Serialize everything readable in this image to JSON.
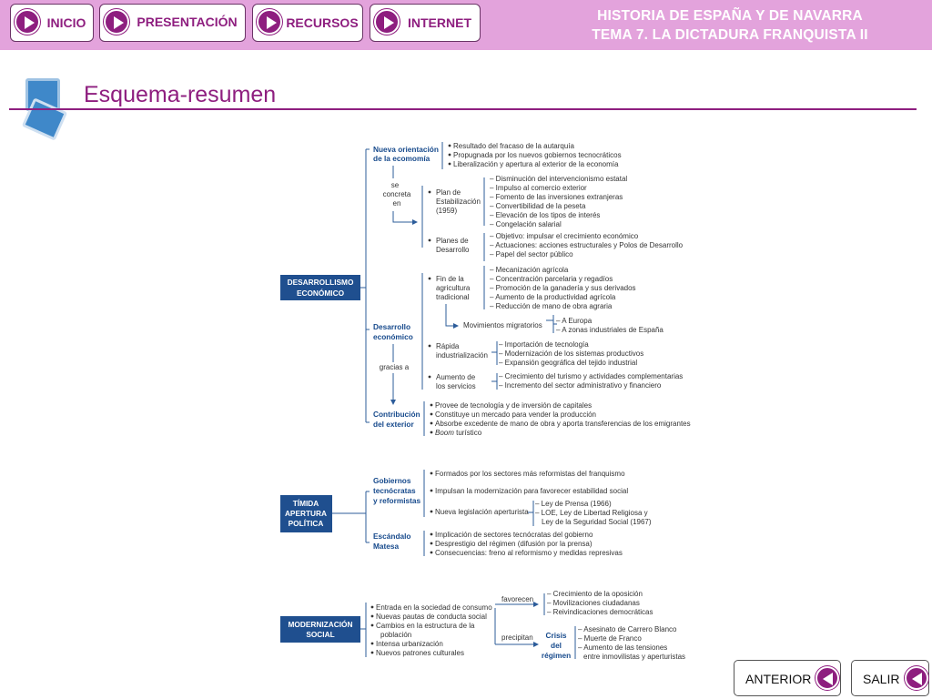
{
  "nav": {
    "inicio": "INICIO",
    "presentacion": "PRESENTACIÓN",
    "recursos": "RECURSOS",
    "internet": "INTERNET"
  },
  "header": {
    "line1": "HISTORIA DE ESPAÑA Y DE NAVARRA",
    "line2": "TEMA 7. LA DICTADURA FRANQUISTA II"
  },
  "page": {
    "title": "Esquema-resumen"
  },
  "scheme": {
    "desarrollismo": {
      "box1": "DESARROLLISMO",
      "box2": "ECONÓMICO",
      "nueva1": "Nueva orientación",
      "nueva2": "de la ecomomía",
      "nueva_items": [
        "Resultado del fracaso de la autarquía",
        "Propugnada por los nuevos gobiernos tecnocráticos",
        "Liberalización y apertura al exterior de la economía"
      ],
      "se1": "se",
      "se2": "concreta",
      "se3": "en",
      "plan1": "Plan de",
      "plan2": "Estabilización",
      "plan3": "(1959)",
      "plan_items": [
        "– Disminución del intervencionismo estatal",
        "– Impulso al comercio exterior",
        "– Fomento de las inversiones extranjeras",
        "– Convertibilidad de la peseta",
        "– Elevación de los tipos de interés",
        "– Congelación salarial"
      ],
      "planes1": "Planes de",
      "planes2": "Desarrollo",
      "planes_items": [
        "– Objetivo: impulsar el crecimiento económico",
        "– Actuaciones: acciones estructurales y Polos de Desarrollo",
        "– Papel del sector público"
      ],
      "desarrollo1": "Desarrollo",
      "desarrollo2": "económico",
      "gracias": "gracias a",
      "fin1": "Fin de la",
      "fin2": "agricultura",
      "fin3": "tradicional",
      "fin_items": [
        "– Mecanización agrícola",
        "– Concentración parcelaria y regadíos",
        "– Promoción de la ganadería y sus derivados",
        "– Aumento de la productividad agrícola",
        "– Reducción de mano de obra agraria"
      ],
      "movimientos": "Movimientos migratorios",
      "mov_items": [
        "– A Europa",
        "– A zonas industriales de España"
      ],
      "rapida1": "Rápida",
      "rapida2": "industrialización",
      "rapida_items": [
        "– Importación de tecnología",
        "– Modernización de los sistemas productivos",
        "– Expansión geográfica del tejido industrial"
      ],
      "aumento1": "Aumento de",
      "aumento2": "los servicios",
      "aumento_items": [
        "– Crecimiento del turismo y actividades complementarias",
        "– Incremento del sector administrativo y financiero"
      ],
      "contrib1": "Contribución",
      "contrib2": "del exterior",
      "contrib_items": [
        "Provee de tecnología y de inversión de capitales",
        "Constituye un mercado para vender la producción",
        "Absorbe excedente de mano de obra y aporta transferencias de los emigrantes"
      ],
      "boom": "Boom",
      "boom_rest": " turístico"
    },
    "timida": {
      "box1": "TÍMIDA",
      "box2": "APERTURA",
      "box3": "POLÍTICA",
      "gob1": "Gobiernos",
      "gob2": "tecnócratas",
      "gob3": "y reformistas",
      "gob_items": [
        "Formados por los sectores más reformistas del franquismo",
        "Impulsan la modernización para favorecer estabilidad social",
        "Nueva legislación aperturista"
      ],
      "ley_items": [
        "– Ley de Prensa (1966)",
        "– LOE, Ley de Libertad Religiosa y",
        "Ley de la Seguridad Social (1967)"
      ],
      "esc1": "Escándalo",
      "esc2": "Matesa",
      "esc_items": [
        "Implicación de sectores tecnócratas del gobierno",
        "Desprestigio del régimen (difusión por la prensa)",
        "Consecuencias: freno al reformismo y medidas represivas"
      ]
    },
    "moderniz": {
      "box1": "MODERNIZACIÓN",
      "box2": "SOCIAL",
      "items": [
        "Entrada en la sociedad de consumo",
        "Nuevas pautas de conducta social",
        "Cambios en la estructura de la",
        "población",
        "Intensa urbanización",
        "Nuevos patrones culturales"
      ],
      "favorecen": "favorecen",
      "fav_items": [
        "– Crecimiento de la oposición",
        "– Movilizaciones ciudadanas",
        "– Reivindicaciones democráticas"
      ],
      "precipitan": "precipitan",
      "crisis1": "Crisis",
      "crisis2": "del",
      "crisis3": "régimen",
      "crisis_items": [
        "– Asesinato de Carrero Blanco",
        "– Muerte de Franco",
        "– Aumento de las tensiones",
        "entre inmovilistas y aperturistas"
      ]
    }
  },
  "footer": {
    "anterior": "ANTERIOR",
    "salir": "SALIR"
  }
}
